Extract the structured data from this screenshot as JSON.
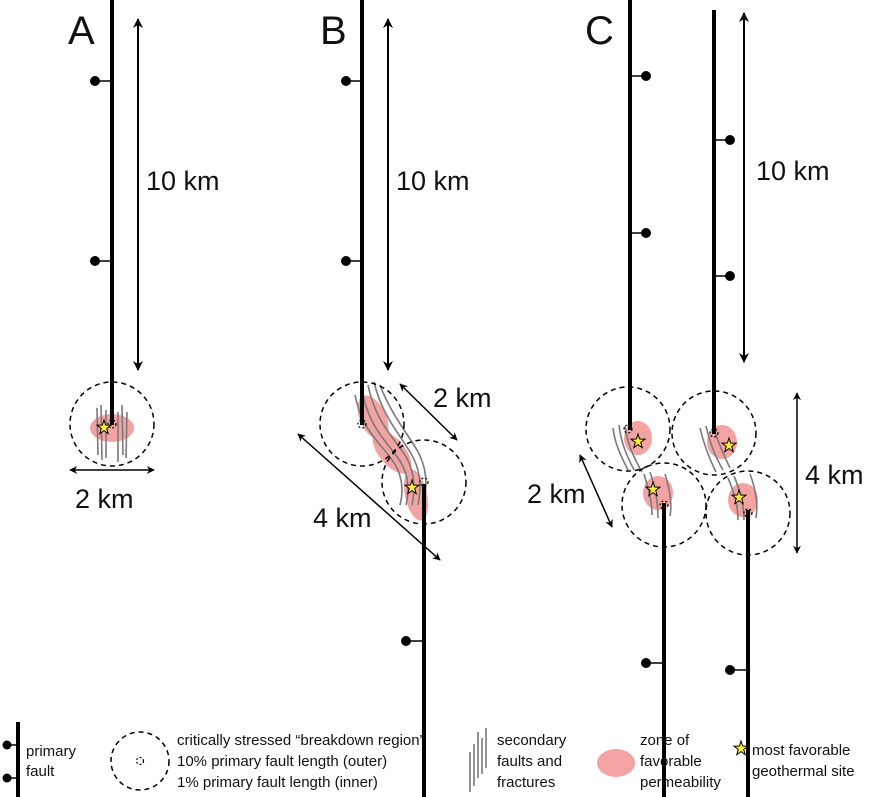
{
  "panels": [
    {
      "label": "A",
      "length_label": "10 km",
      "breakdown_label": "2 km"
    },
    {
      "label": "B",
      "length_label": "10 km",
      "breakdown_label": "2 km",
      "stepover_label": "4 km"
    },
    {
      "label": "C",
      "length_label": "10 km",
      "breakdown_label": "2 km",
      "stepover_label": "4 km"
    }
  ],
  "legend": {
    "primary_fault": [
      "primary",
      "fault"
    ],
    "breakdown_region": [
      "critically stressed “breakdown region”",
      "10% primary fault length (outer)",
      "1% primary fault length (inner)"
    ],
    "secondary_faults": [
      "secondary",
      "faults and",
      "fractures"
    ],
    "permeability_zone": [
      "zone of",
      "favorable",
      "permeability"
    ],
    "geothermal_site": [
      "most favorable",
      "geothermal site"
    ]
  },
  "colors": {
    "fault": "#000000",
    "secondary": "#7a7a7a",
    "permeability": "#f4a3a3",
    "star": "#ffee33"
  }
}
